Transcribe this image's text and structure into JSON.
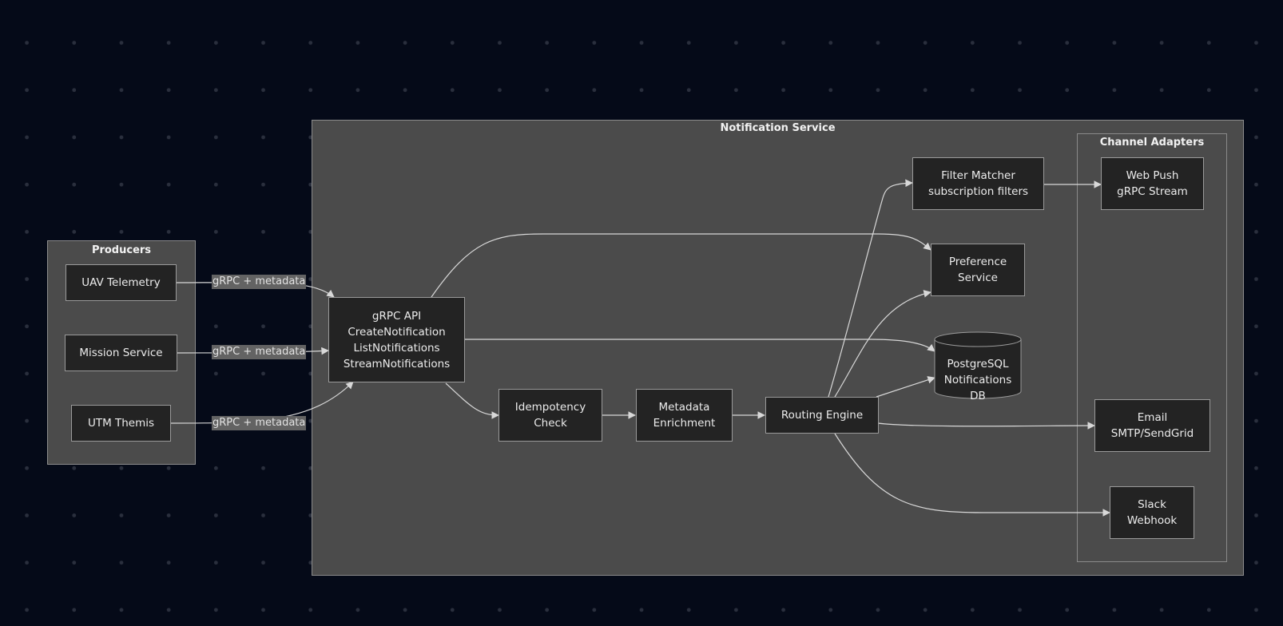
{
  "clusters": {
    "producers": "Producers",
    "notification_service": "Notification Service",
    "channel_adapters": "Channel Adapters"
  },
  "nodes": {
    "uav_telemetry": "UAV Telemetry",
    "mission_service": "Mission Service",
    "utm_themis": "UTM Themis",
    "grpc_api": "gRPC API\nCreateNotification\nListNotifications\nStreamNotifications",
    "idempotency_check": "Idempotency\nCheck",
    "metadata_enrichment": "Metadata\nEnrichment",
    "routing_engine": "Routing Engine",
    "filter_matcher": "Filter Matcher\nsubscription filters",
    "preference_service": "Preference\nService",
    "postgresql": "PostgreSQL\nNotifications DB",
    "web_push": "Web Push\ngRPC Stream",
    "email": "Email\nSMTP/SendGrid",
    "slack": "Slack\nWebhook"
  },
  "edge_labels": {
    "uav_to_api": "gRPC + metadata",
    "mission_to_api": "gRPC + metadata",
    "utm_to_api": "gRPC + metadata"
  },
  "colors": {
    "background": "#050a18",
    "cluster_fill": "#4b4b4b",
    "node_fill": "#232323",
    "edge": "#d8d8d8"
  }
}
